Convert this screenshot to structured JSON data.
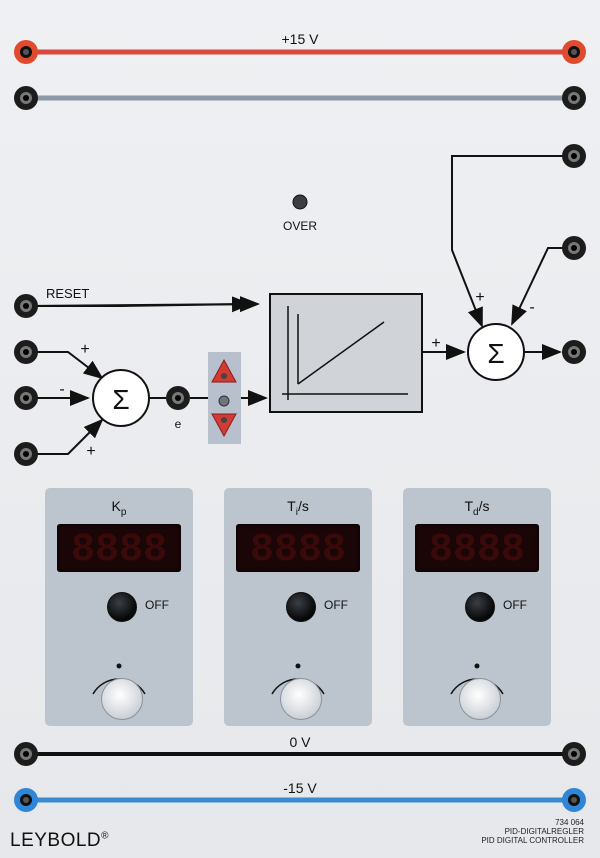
{
  "rails": {
    "plus15_label": "+15 V",
    "zero_label": "0 V",
    "minus15_label": "-15 V"
  },
  "indicator": {
    "over_label": "OVER"
  },
  "inputs": {
    "reset_label": "RESET",
    "error_label": "e",
    "sum_symbol": "Σ",
    "plus_sign": "+",
    "minus_sign": "-"
  },
  "modules": [
    {
      "param": "K",
      "sub": "p",
      "suffix": "",
      "display": "8888",
      "off_label": "OFF"
    },
    {
      "param": "T",
      "sub": "i",
      "suffix": "/s",
      "display": "8888",
      "off_label": "OFF"
    },
    {
      "param": "T",
      "sub": "d",
      "suffix": "/s",
      "display": "8888",
      "off_label": "OFF"
    }
  ],
  "footer": {
    "brand": "LEYBOLD",
    "brand_mark": "®",
    "catalog_no": "734 064",
    "name_de": "PID-DIGITALREGLER",
    "name_en": "PID DIGITAL CONTROLLER"
  },
  "colors": {
    "plus15_rail": "#d9473d",
    "minus15_rail": "#3a8bd0",
    "gray_rail": "#8f98a6",
    "module_bg": "#bcc4ce",
    "display_bg": "#1a0606"
  }
}
